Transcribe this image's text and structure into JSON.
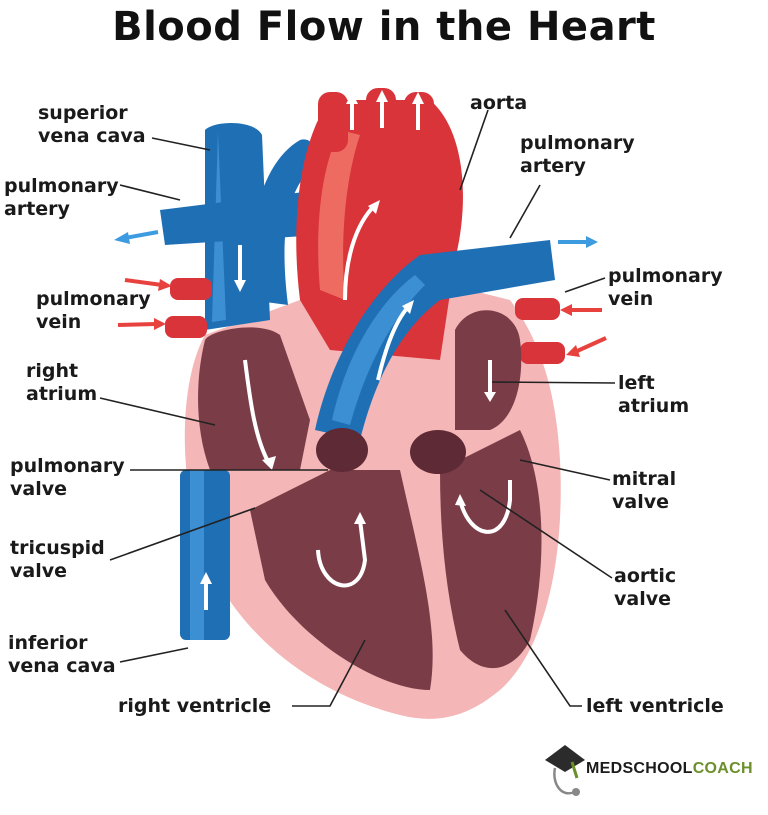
{
  "title": "Blood Flow in the Heart",
  "labels": {
    "superior_vena_cava": [
      "superior",
      "vena cava"
    ],
    "pulmonary_artery_left": [
      "pulmonary",
      "artery"
    ],
    "pulmonary_vein_left": [
      "pulmonary",
      "vein"
    ],
    "right_atrium": [
      "right",
      "atrium"
    ],
    "pulmonary_valve": [
      "pulmonary",
      "valve"
    ],
    "tricuspid_valve": [
      "tricuspid",
      "valve"
    ],
    "inferior_vena_cava": [
      "inferior",
      "vena cava"
    ],
    "right_ventricle": "right ventricle",
    "aorta": "aorta",
    "pulmonary_artery_right": [
      "pulmonary",
      "artery"
    ],
    "pulmonary_vein_right": [
      "pulmonary",
      "vein"
    ],
    "left_atrium": [
      "left",
      "atrium"
    ],
    "mitral_valve": [
      "mitral",
      "valve"
    ],
    "aortic_valve": [
      "aortic",
      "valve"
    ],
    "left_ventricle": "left ventricle"
  },
  "logo": {
    "part1": "MEDSCHOOL",
    "part2": "COACH"
  },
  "colors": {
    "deoxygenated": "#1f6fb5",
    "oxygenated": "#d8343a",
    "pericardium": "#f4b6b6",
    "chamber": "#7a3d48"
  }
}
